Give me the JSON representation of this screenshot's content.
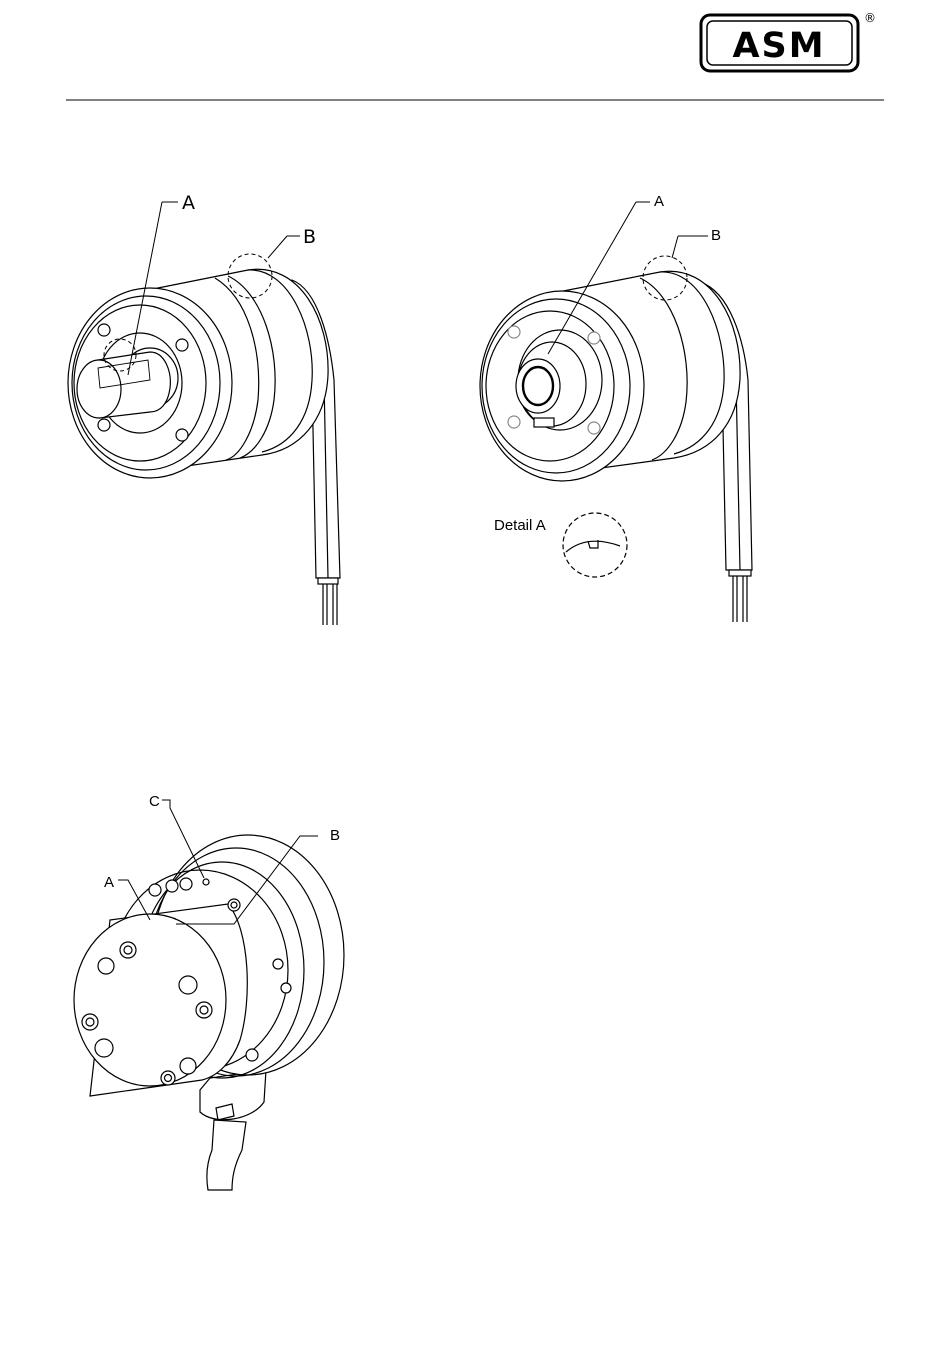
{
  "header": {
    "logo_text": "ASM",
    "registered_mark": "®"
  },
  "figure_top_left": {
    "label_a": "A",
    "label_b": "B"
  },
  "figure_top_right": {
    "label_a": "A",
    "label_b": "B",
    "detail_caption": "Detail A"
  },
  "figure_bottom_left": {
    "label_a": "A",
    "label_b": "B",
    "label_c": "C"
  }
}
